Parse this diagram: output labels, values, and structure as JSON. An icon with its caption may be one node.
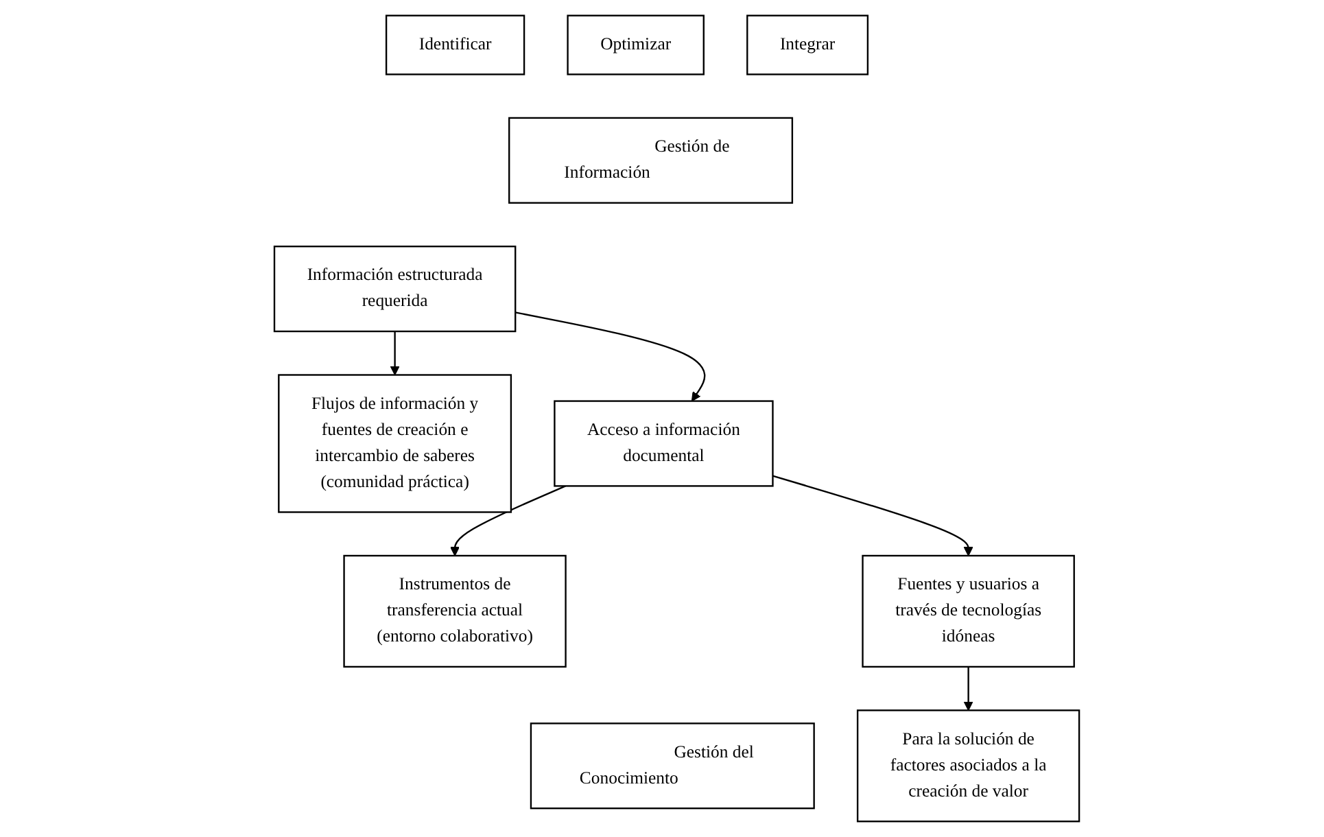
{
  "diagram": {
    "nodes": [
      {
        "text": [
          "Identificar"
        ]
      },
      {
        "text": [
          "Optimizar"
        ]
      },
      {
        "text": [
          "Integrar"
        ]
      },
      {
        "text": [
          "Gestión de Información"
        ]
      },
      {
        "text": [
          "Información estructurada requerida"
        ]
      },
      {
        "text": [
          "Acceso a información documental"
        ]
      },
      {
        "text": [
          "Fuentes y usuarios a través de tecnologías idóneas"
        ]
      },
      {
        "text": [
          "Gestión del Conocimiento"
        ]
      },
      {
        "text": [
          "Flujos de información y fuentes de creación e intercambio de saberes (comunidad práctica)"
        ]
      },
      {
        "text": [
          "Instrumentos de transferencia actual (entorno colaborativo)"
        ]
      },
      {
        "text": [
          "Para la solución de factores asociados a la creación de valor"
        ]
      }
    ],
    "edges": [
      {
        "from": 4,
        "to": 5,
        "arrow": "to"
      },
      {
        "from": 5,
        "to": 6,
        "arrow": "to"
      },
      {
        "from": 4,
        "to": 8,
        "arrow": "to"
      },
      {
        "from": 5,
        "to": 9,
        "arrow": "to"
      },
      {
        "from": 6,
        "to": 10,
        "arrow": "to"
      }
    ]
  }
}
